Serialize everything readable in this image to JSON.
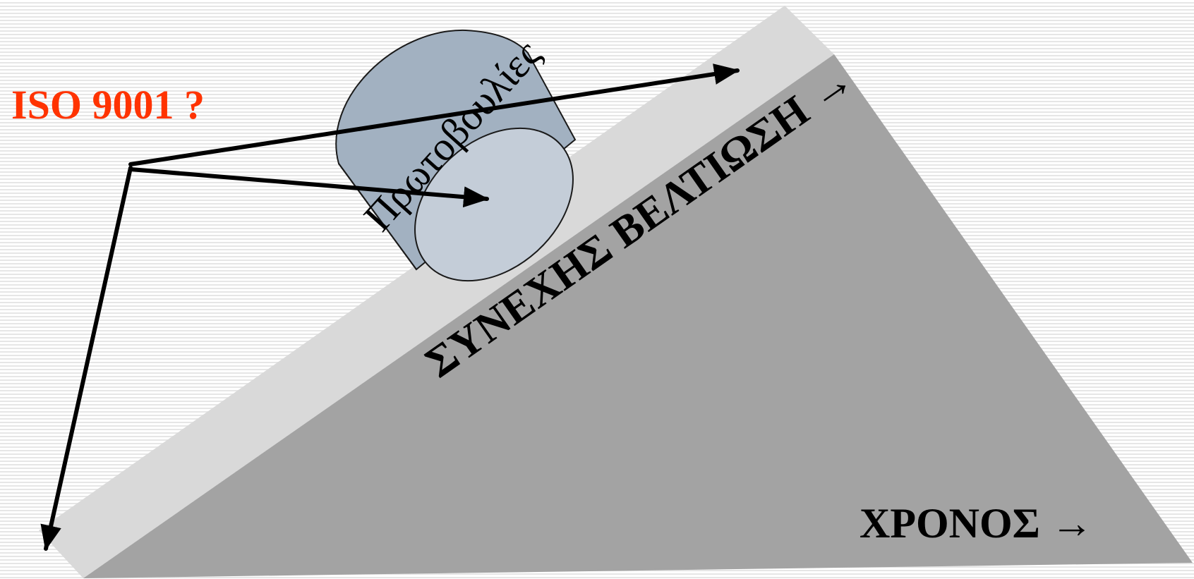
{
  "iso_label": "ISO 9001 ?",
  "initiatives_label": "Πρωτοβουλίες",
  "improvement_label": "ΣΥΝΕΧΗΣ ΒΕΛΤΙΩΣΗ →",
  "time_label": "ΧΡΟΝΟΣ →",
  "colors": {
    "iso_label": "#ff3300",
    "slope_top": "#d9d9d9",
    "slope_face": "#a3a3a3",
    "cylinder_body": "#a2b1c1",
    "cylinder_end": "#c4cdd8",
    "arrows": "#000000"
  }
}
